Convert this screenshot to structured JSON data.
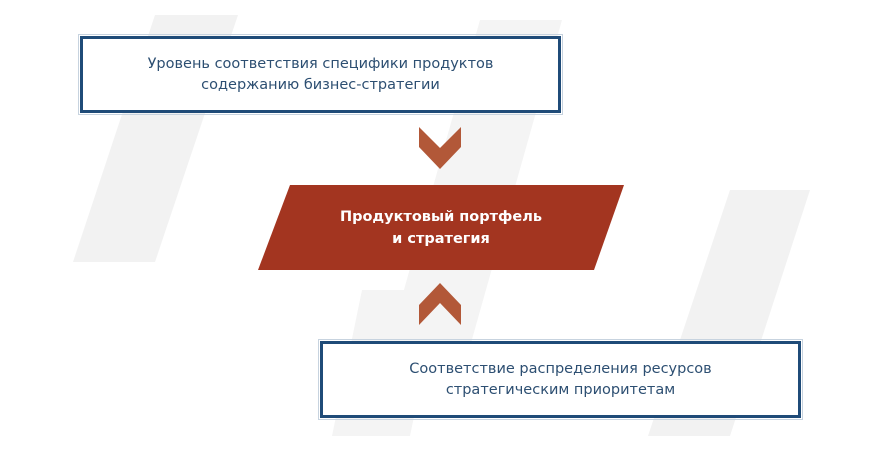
{
  "diagram": {
    "top_box": {
      "lines": [
        "Уровень соответствия специфики продуктов",
        "содержанию бизнес-стратегии"
      ]
    },
    "center_node": {
      "lines": [
        "Продуктовый портфель",
        "и стратегия"
      ]
    },
    "bottom_box": {
      "lines": [
        "Соответствие распределения ресурсов",
        "стратегическим приоритетам"
      ]
    },
    "arrows": [
      {
        "direction": "down",
        "from": "top_box",
        "to": "center_node"
      },
      {
        "direction": "up",
        "from": "bottom_box",
        "to": "center_node"
      }
    ],
    "colors": {
      "box_border": "#1f4b78",
      "box_text": "#2d4f72",
      "center_fill": "#a33520",
      "arrow_fill": "#b25838",
      "background_stripes": "#f2f2f2"
    }
  }
}
